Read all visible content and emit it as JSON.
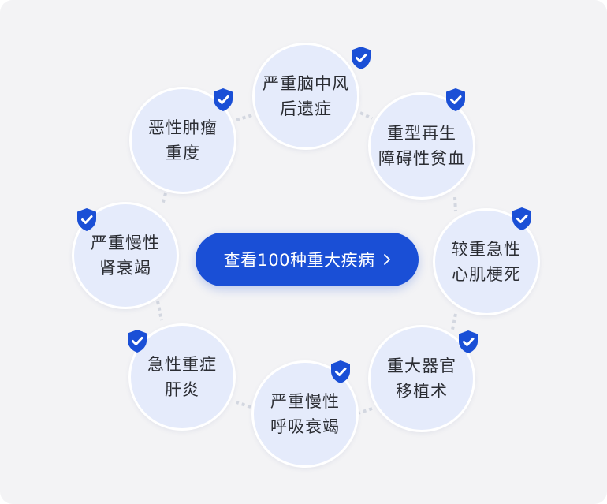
{
  "center_button": {
    "label": "查看100种重大疾病"
  },
  "diseases": [
    {
      "lines": [
        "严重脑中风",
        "后遗症"
      ]
    },
    {
      "lines": [
        "重型再生",
        "障碍性贫血"
      ]
    },
    {
      "lines": [
        "较重急性",
        "心肌梗死"
      ]
    },
    {
      "lines": [
        "重大器官",
        "移植术"
      ]
    },
    {
      "lines": [
        "严重慢性",
        "呼吸衰竭"
      ]
    },
    {
      "lines": [
        "急性重症",
        "肝炎"
      ]
    },
    {
      "lines": [
        "严重慢性",
        "肾衰竭"
      ]
    },
    {
      "lines": [
        "恶性肿瘤",
        "重度"
      ]
    }
  ],
  "colors": {
    "accent": "#1a4fd6",
    "node_fill": "#e5ebfb",
    "background": "#f3f3f5",
    "text": "#2b2d33"
  },
  "icons": {
    "badge": "shield-check-icon",
    "button": "chevron-right-icon"
  }
}
